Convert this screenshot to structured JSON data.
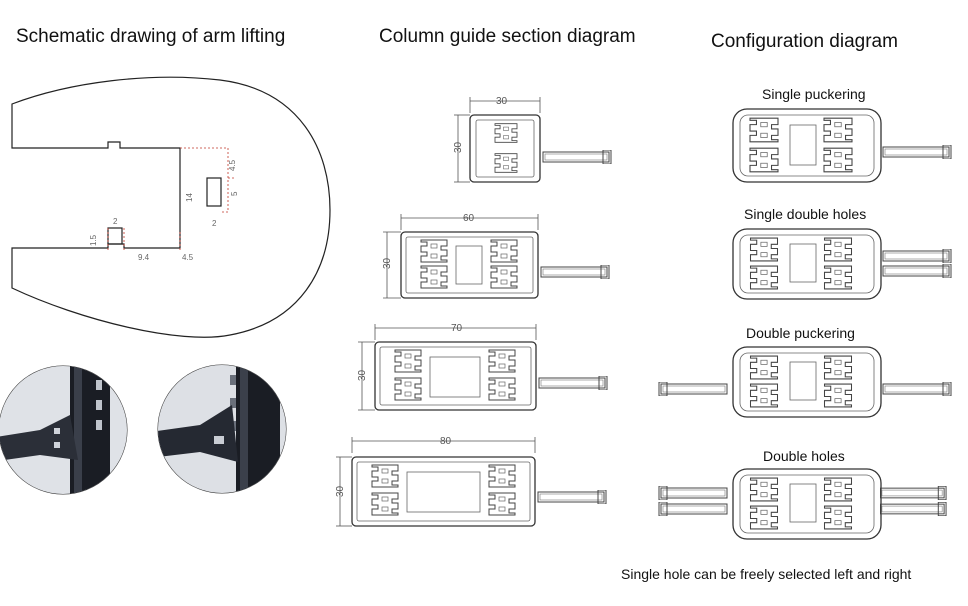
{
  "titles": {
    "arm_lifting": "Schematic drawing of arm lifting",
    "column_guide": "Column guide section diagram",
    "configuration": "Configuration diagram"
  },
  "arm_dimensions": {
    "d4_5_top": "4.5",
    "d5": "5",
    "d2_right": "2",
    "d14": "14",
    "d2_left": "2",
    "d1_5": "1.5",
    "d9_4": "9.4",
    "d4_5_bottom": "4.5"
  },
  "column_sections": [
    {
      "width": "30",
      "height": "30"
    },
    {
      "width": "60",
      "height": "30"
    },
    {
      "width": "70",
      "height": "30"
    },
    {
      "width": "80",
      "height": "30"
    }
  ],
  "configurations": [
    {
      "label": "Single puckering"
    },
    {
      "label": "Single double holes"
    },
    {
      "label": "Double puckering"
    },
    {
      "label": "Double holes"
    }
  ],
  "footnote": "Single hole can be freely selected left and right"
}
